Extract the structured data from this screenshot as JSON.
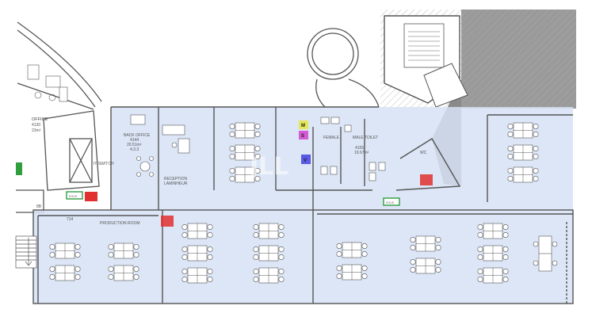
{
  "rooms": {
    "office": {
      "name": "OFFICE",
      "number": "4130",
      "area": "23m²"
    },
    "back_office": {
      "name": "BACK OFFICE",
      "number": "4144",
      "area": "20.51m²",
      "code": "4.3.3"
    },
    "it_switch": "IT-SWITCH",
    "reception": {
      "name": "RECEPTION",
      "sub": "LAMINHEUR"
    },
    "production_room": "PRODUCTION ROOM",
    "female": "FEMALE",
    "male_toilet": {
      "name": "MALE TOILET",
      "number": "4165",
      "area": "19.67m²"
    },
    "room_714": "714",
    "wc": "WC",
    "label_8b": "8B"
  },
  "markers": {
    "m": "M",
    "s": "S",
    "v": "V",
    "egus_1": "EGUS",
    "egus_2": "EGUS"
  },
  "watermark": "JLL",
  "colors": {
    "highlight": "#d6e2f5",
    "wall": "#555555",
    "core": "#7a7a7a",
    "m_badge": "#e6e65a",
    "s_badge": "#d65ad6",
    "v_badge": "#5a5ae6",
    "fire": "#e03030",
    "exit": "#2e9e3e"
  }
}
